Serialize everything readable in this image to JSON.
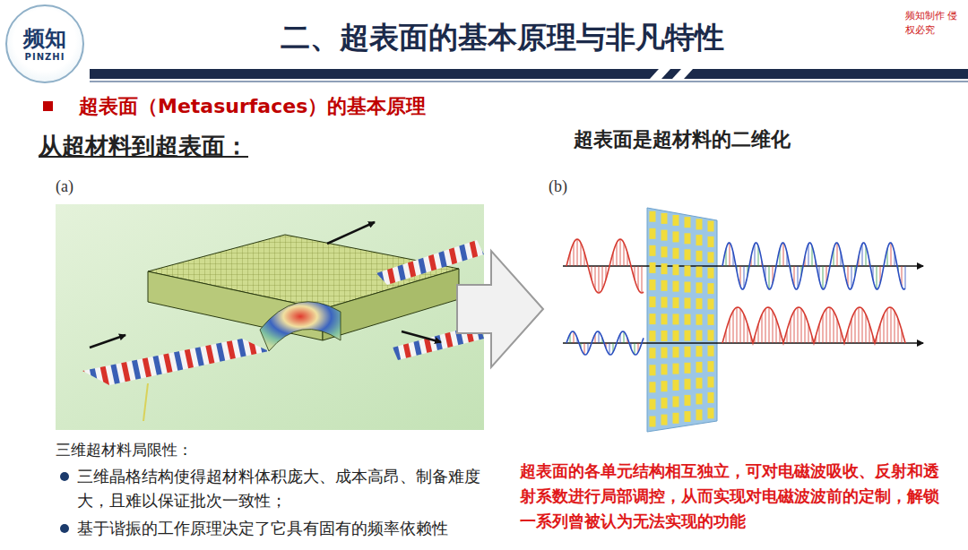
{
  "diagram": {
    "title": "二、超表面的基本原理与非凡特性",
    "nodes": [
      {
        "text": [
          "频知",
          "PINZHI"
        ]
      }
    ],
    "labels": [
      "频知制作 侵权必究",
      "超表面（Metasurfaces）的基本原理",
      "从超材料到超表面：",
      "超表面是超材料的二维化",
      "(a)",
      "(b)",
      "三维超材料局限性：",
      "三维晶格结构使得超材料体积庞大、成本高昂、制备难度大，且难以保证批次一致性；",
      "基于谐振的工作原理决定了它具有固有的频率依赖性",
      "超表面的各单元结构相互独立，可对电磁波吸收、反射和透射系数进行局部调控，从而实现对电磁波波前的定制，解锁一系列曾被认为无法实现的功能"
    ]
  }
}
